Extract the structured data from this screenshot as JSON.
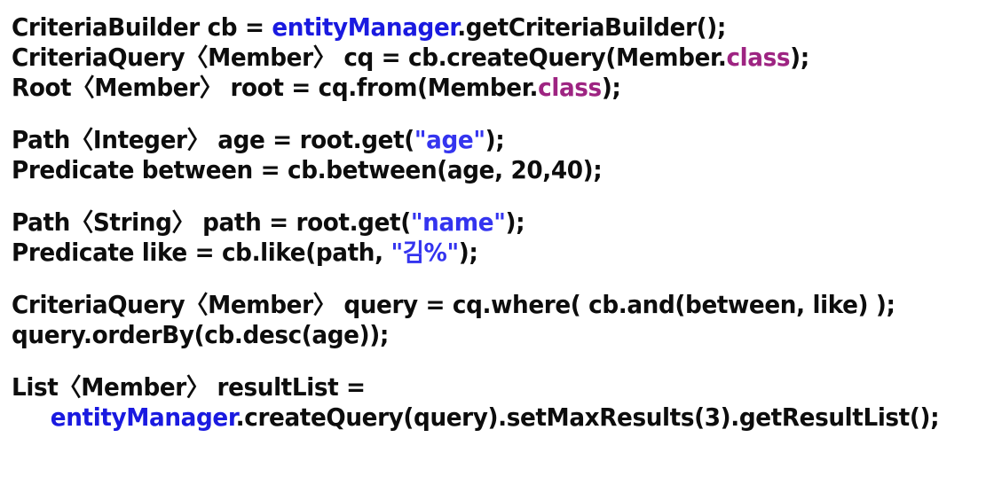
{
  "document": {
    "kind": "code-snippet",
    "language": "Java",
    "background_color": "#FFFFFF",
    "colors": {
      "plain": "#0D0D0D",
      "identifier": "#1A1AE0",
      "string": "#3434EF",
      "keyword": "#9E2482"
    }
  },
  "code": {
    "lines": [
      {
        "id": "line-1",
        "text": "CriteriaBuilder cb = entityManager.getCriteriaBuilder();",
        "tokens": [
          {
            "t": "CriteriaBuilder cb = ",
            "c": "plain"
          },
          {
            "t": "entityManager",
            "c": "ident"
          },
          {
            "t": ".getCriteriaBuilder();",
            "c": "plain"
          }
        ]
      },
      {
        "id": "line-2",
        "text": "CriteriaQuery<Member> cq = cb.createQuery(Member.class);",
        "tokens": [
          {
            "t": "CriteriaQuery〈Member〉 cq = cb.createQuery(Member.",
            "c": "plain"
          },
          {
            "t": "class",
            "c": "keyword"
          },
          {
            "t": ");",
            "c": "plain"
          }
        ]
      },
      {
        "id": "line-3",
        "text": "Root<Member> root = cq.from(Member.class);",
        "tokens": [
          {
            "t": "Root〈Member〉 root = cq.from(Member.",
            "c": "plain"
          },
          {
            "t": "class",
            "c": "keyword"
          },
          {
            "t": ");",
            "c": "plain"
          }
        ]
      },
      {
        "id": "line-4",
        "text": "",
        "blank": true,
        "tokens": []
      },
      {
        "id": "line-5",
        "text": "Path<Integer> age = root.get(\"age\");",
        "tokens": [
          {
            "t": "Path〈Integer〉 age = root.get(",
            "c": "plain"
          },
          {
            "t": "\"age\"",
            "c": "string"
          },
          {
            "t": ");",
            "c": "plain"
          }
        ]
      },
      {
        "id": "line-6",
        "text": "Predicate between = cb.between(age, 20,40);",
        "tokens": [
          {
            "t": "Predicate between = cb.between(age, 20,40);",
            "c": "plain"
          }
        ]
      },
      {
        "id": "line-7",
        "text": "",
        "blank": true,
        "tokens": []
      },
      {
        "id": "line-8",
        "text": "Path<String> path = root.get(\"name\");",
        "tokens": [
          {
            "t": "Path〈String〉 path = root.get(",
            "c": "plain"
          },
          {
            "t": "\"name\"",
            "c": "string"
          },
          {
            "t": ");",
            "c": "plain"
          }
        ]
      },
      {
        "id": "line-9",
        "text": "Predicate like = cb.like(path, \"김%\");",
        "tokens": [
          {
            "t": "Predicate like = cb.like(path, ",
            "c": "plain"
          },
          {
            "t": "\"김%\"",
            "c": "string"
          },
          {
            "t": ");",
            "c": "plain"
          }
        ]
      },
      {
        "id": "line-10",
        "text": "",
        "blank": true,
        "tokens": []
      },
      {
        "id": "line-11",
        "text": "CriteriaQuery<Member> query = cq.where( cb.and(between, like) );",
        "tokens": [
          {
            "t": "CriteriaQuery〈Member〉 query = cq.where( cb.and(between, like) );",
            "c": "plain"
          }
        ]
      },
      {
        "id": "line-12",
        "text": "query.orderBy(cb.desc(age));",
        "tokens": [
          {
            "t": "query.orderBy(cb.desc(age));",
            "c": "plain"
          }
        ]
      },
      {
        "id": "line-13",
        "text": "",
        "blank": true,
        "tokens": []
      },
      {
        "id": "line-14",
        "text": "List<Member> resultList =",
        "tokens": [
          {
            "t": "List〈Member〉 resultList =",
            "c": "plain"
          }
        ]
      },
      {
        "id": "line-15",
        "text": "    entityManager.createQuery(query).setMaxResults(3).getResultList();",
        "tokens": [
          {
            "t": "     ",
            "c": "plain"
          },
          {
            "t": "entityManager",
            "c": "ident"
          },
          {
            "t": ".createQuery(query).setMaxResults(3).getResultList();",
            "c": "plain"
          }
        ]
      }
    ]
  }
}
